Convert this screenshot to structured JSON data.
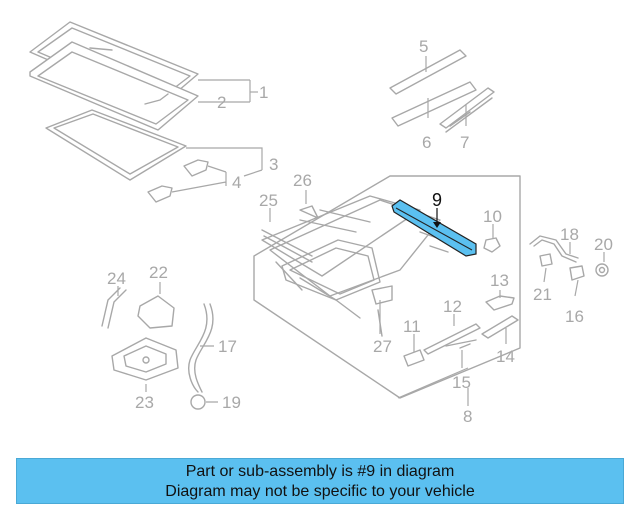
{
  "callouts": {
    "c1": "1",
    "c2": "2",
    "c3": "3",
    "c4": "4",
    "c5": "5",
    "c6": "6",
    "c7": "7",
    "c8": "8",
    "c9": "9",
    "c10": "10",
    "c11": "11",
    "c12": "12",
    "c13": "13",
    "c14": "14",
    "c15": "15",
    "c16": "16",
    "c17": "17",
    "c18": "18",
    "c19": "19",
    "c20": "20",
    "c21": "21",
    "c22": "22",
    "c23": "23",
    "c24": "24",
    "c25": "25",
    "c26": "26",
    "c27": "27"
  },
  "highlight": {
    "part": "9",
    "color": "#5bc0f0"
  },
  "banner": {
    "line1": "Part or sub-assembly is #9 in diagram",
    "line2": "Diagram may not be specific to your vehicle",
    "background": "#5bc0f0"
  }
}
